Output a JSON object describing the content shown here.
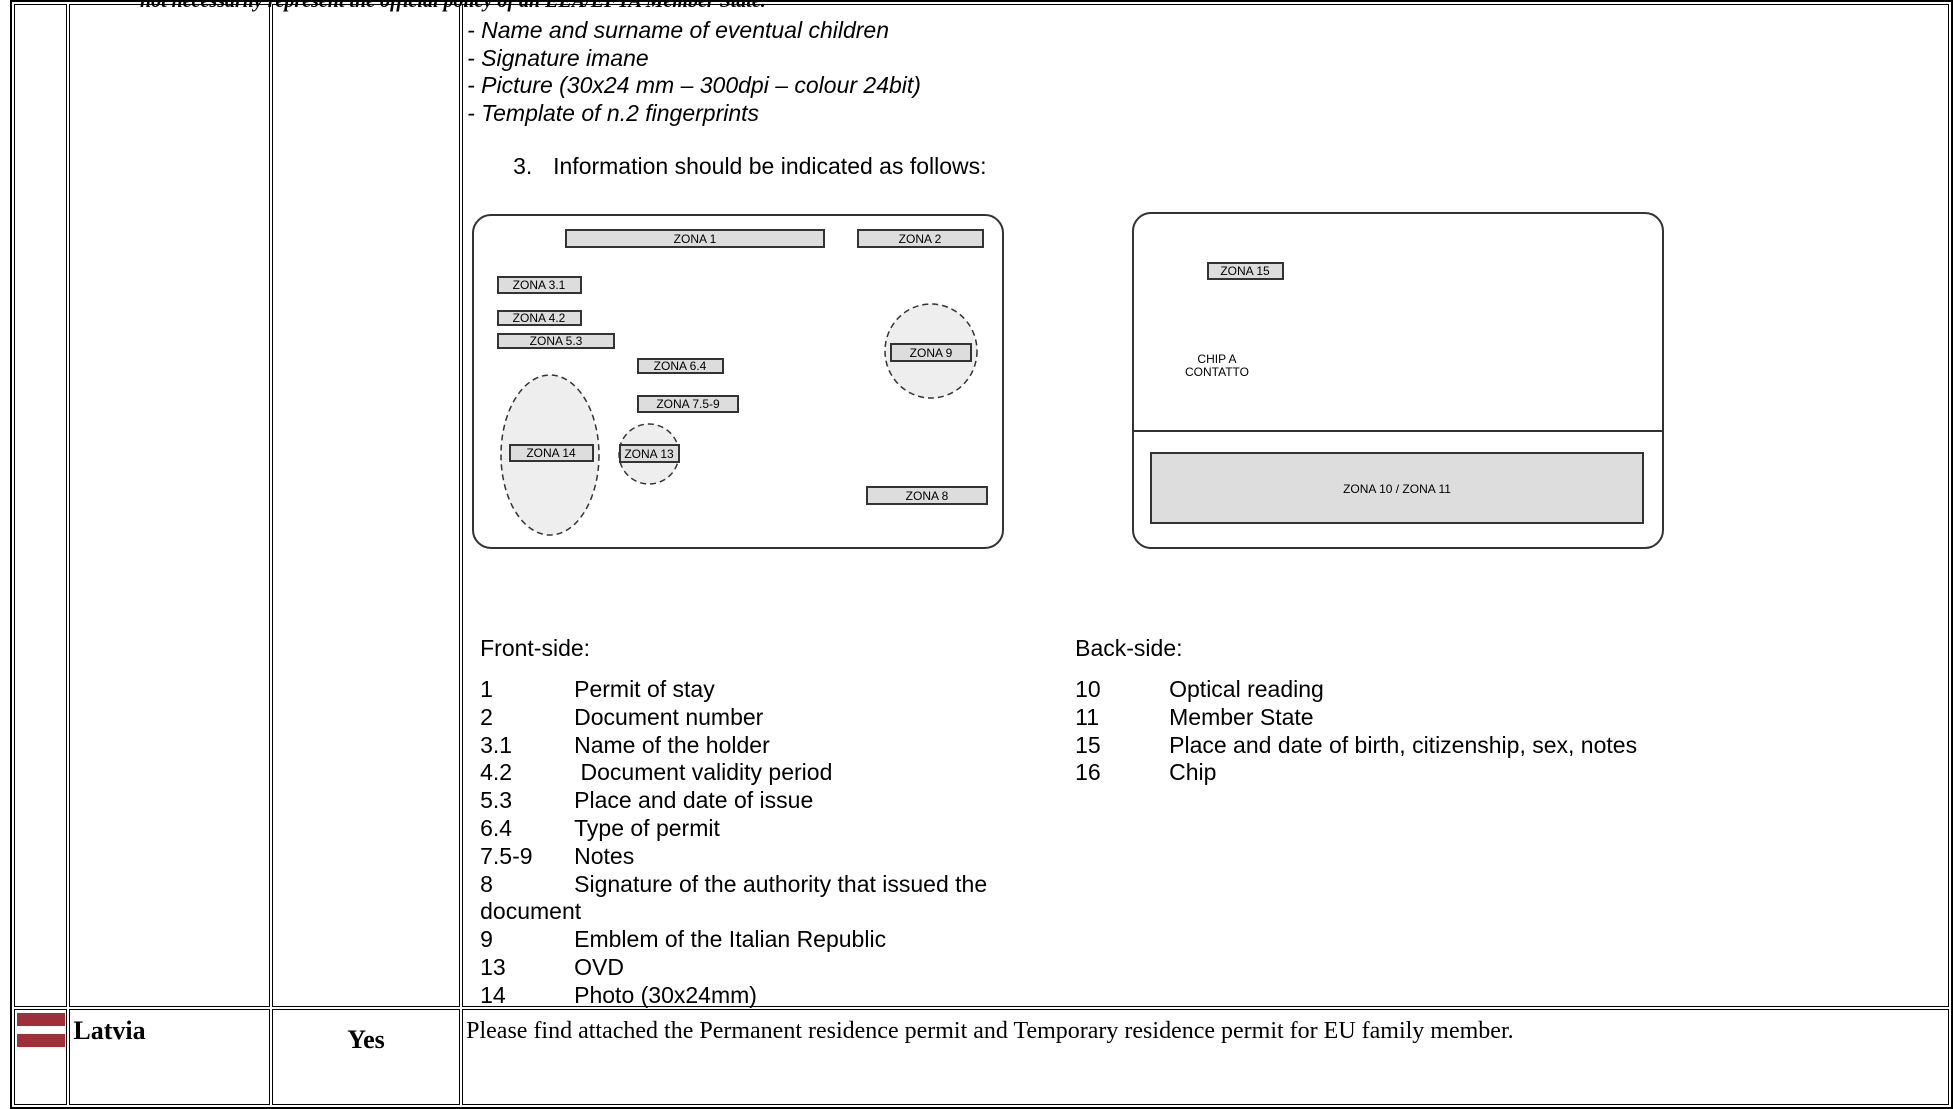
{
  "header_note": "not necessarily represent the official policy of an EEA/EFTA Member State.",
  "italy_block": {
    "list_items": [
      "- Name and surname of eventual children",
      "- Signature imane",
      "- Picture (30x24 mm – 300dpi – colour 24bit)",
      "- Template of n.2 fingerprints"
    ],
    "point3": {
      "number": "3.",
      "text": "Information should be indicated as follows:"
    },
    "card_front_zones": {
      "z1": "ZONA 1",
      "z2": "ZONA 2",
      "z31": "ZONA 3.1",
      "z42": "ZONA 4.2",
      "z53": "ZONA 5.3",
      "z64": "ZONA 6.4",
      "z759": "ZONA 7.5-9",
      "z9": "ZONA 9",
      "z14": "ZONA 14",
      "z13": "ZONA 13",
      "z8": "ZONA 8"
    },
    "card_back_zones": {
      "z15": "ZONA 15",
      "chip1": "CHIP A",
      "chip2": "CONTATTO",
      "z1011": "ZONA 10 / ZONA 11"
    },
    "front_title": "Front-side:",
    "back_title": "Back-side:",
    "front_items": [
      {
        "key": "1",
        "label": "Permit of stay"
      },
      {
        "key": "2",
        "label": "Document number"
      },
      {
        "key": "3.1",
        "label": "Name of the holder"
      },
      {
        "key": "4.2",
        "label": " Document validity period"
      },
      {
        "key": "5.3",
        "label": "Place and date of issue"
      },
      {
        "key": "6.4",
        "label": "Type of permit"
      },
      {
        "key": "7.5-9",
        "label": "Notes"
      },
      {
        "key": "8",
        "label": "Signature of the authority that issued the"
      },
      {
        "key": "",
        "label": "document"
      },
      {
        "key": "9",
        "label": "Emblem of the Italian Republic"
      },
      {
        "key": "13",
        "label": "OVD"
      },
      {
        "key": "14",
        "label": "Photo (30x24mm)"
      }
    ],
    "back_items": [
      {
        "key": "10",
        "label": "Optical reading"
      },
      {
        "key": "11",
        "label": "Member State"
      },
      {
        "key": "15",
        "label": "Place and date of birth, citizenship, sex, notes"
      },
      {
        "key": "16",
        "label": "Chip"
      }
    ]
  },
  "latvia_row": {
    "flag_colors": {
      "red": "#9e3039",
      "white": "#ffffff"
    },
    "country": "Latvia",
    "answer": "Yes",
    "description": "Please find attached the Permanent residence permit and Temporary residence permit for EU family member."
  }
}
